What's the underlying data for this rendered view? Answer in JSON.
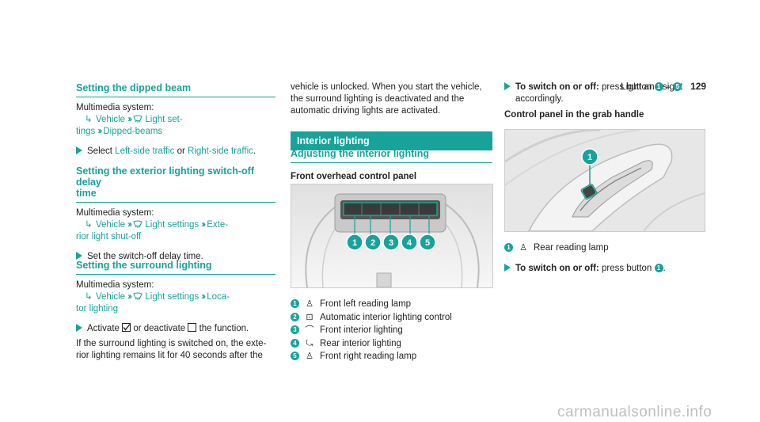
{
  "header": {
    "title": "Light and sight",
    "page": "129"
  },
  "col1": {
    "s1": {
      "heading": "Setting the dipped beam",
      "ms_label": "Multimedia system:",
      "path_vehicle": "Vehicle",
      "path_light1": "Light set-",
      "path_light2": "tings",
      "path_end": "Dipped-beams",
      "select_pre": "Select",
      "opt1": "Left-side traffic",
      "or": "or",
      "opt2": "Right-side traffic",
      "period": "."
    },
    "s2": {
      "heading1": "Setting the exterior lighting switch-off delay",
      "heading2": "time",
      "ms_label": "Multimedia system:",
      "path_vehicle": "Vehicle",
      "path_light": "Light settings",
      "path_ext1": "Exte-",
      "path_ext2": "rior light shut-off",
      "action": "Set the switch-off delay time."
    },
    "s3": {
      "heading": "Setting the surround lighting",
      "ms_label": "Multimedia system:",
      "path_vehicle": "Vehicle",
      "path_light": "Light settings",
      "path_loc1": "Loca-",
      "path_loc2": "tor lighting",
      "act_pre": "Activate",
      "act_mid": "or deactivate",
      "act_post": "the function.",
      "para1": "If the surround lighting is switched on, the exte-",
      "para2": "rior lighting remains lit for 40 seconds after the"
    }
  },
  "col2": {
    "cont1": "vehicle is unlocked. When you start the vehicle,",
    "cont2": "the surround lighting is deactivated and the",
    "cont3": "automatic driving lights are activated.",
    "banner": "Interior lighting",
    "heading": "Adjusting the interior lighting",
    "subheading": "Front overhead control panel",
    "legend": [
      {
        "n": "1",
        "text": "Front left reading lamp"
      },
      {
        "n": "2",
        "text": "Automatic interior lighting control"
      },
      {
        "n": "3",
        "text": "Front interior lighting"
      },
      {
        "n": "4",
        "text": "Rear interior lighting"
      },
      {
        "n": "5",
        "text": "Front right reading lamp"
      }
    ],
    "photo_labels": [
      "1",
      "2",
      "3",
      "4",
      "5"
    ]
  },
  "col3": {
    "sw_label": "To switch on or off:",
    "sw_text": "press button",
    "sw_from": "1",
    "sw_dash": "–",
    "sw_to": "5",
    "sw_end": "accordingly.",
    "subheading": "Control panel in the grab handle",
    "legend_n": "1",
    "legend_text": "Rear reading lamp",
    "sw2_label": "To switch on or off:",
    "sw2_text": "press button",
    "sw2_n": "1",
    "sw2_end": "."
  },
  "watermark": "carmanualsonline.info",
  "colors": {
    "accent": "#17a39a"
  },
  "icons": [
    "return-arrow-icon",
    "double-chevron-icon",
    "light-settings-icon",
    "checkbox-checked-icon",
    "checkbox-empty-icon",
    "reading-lamp-icon",
    "auto-light-icon",
    "front-light-icon",
    "rear-light-icon",
    "bullet-triangle-icon"
  ]
}
